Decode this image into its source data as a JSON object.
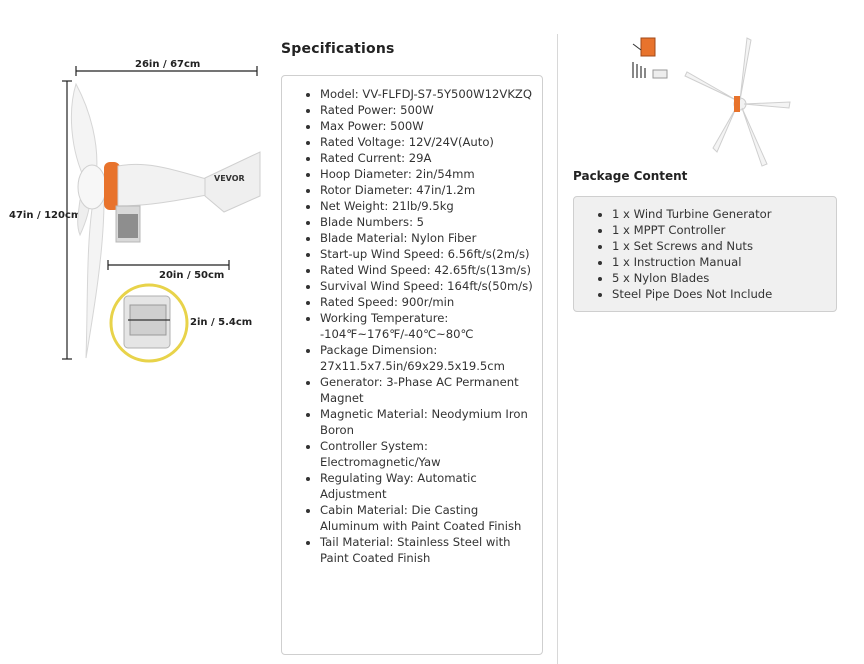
{
  "illustration": {
    "width_label": "26in / 67cm",
    "height_label": "47in / 120cm",
    "tail_label": "20in / 50cm",
    "pipe_label": "2in / 5.4cm",
    "brand": "VEVOR"
  },
  "specifications": {
    "title": "Specifications",
    "items": [
      "Model: VV-FLFDJ-S7-5Y500W12VKZQ",
      "Rated Power: 500W",
      "Max Power: 500W",
      "Rated Voltage: 12V/24V(Auto)",
      "Rated Current: 29A",
      "Hoop Diameter: 2in/54mm",
      "Rotor Diameter: 47in/1.2m",
      "Net Weight: 21lb/9.5kg",
      "Blade Numbers: 5",
      "Blade Material: Nylon Fiber",
      "Start-up Wind Speed: 6.56ft/s(2m/s)",
      "Rated Wind Speed: 42.65ft/s(13m/s)",
      "Survival Wind Speed: 164ft/s(50m/s)",
      "Rated Speed: 900r/min",
      "Working Temperature: -104℉~176℉/-40℃~80℃",
      "Package Dimension: 27x11.5x7.5in/69x29.5x19.5cm",
      "Generator: 3-Phase AC Permanent Magnet",
      "Magnetic Material: Neodymium Iron Boron",
      "Controller System: Electromagnetic/Yaw",
      "Regulating Way: Automatic Adjustment",
      "Cabin Material: Die Casting Aluminum with Paint Coated Finish",
      "Tail Material: Stainless Steel with Paint Coated Finish"
    ]
  },
  "package": {
    "title": "Package Content",
    "items": [
      "1 x Wind Turbine Generator",
      "1 x MPPT Controller",
      "1 x Set Screws and Nuts",
      "1 x Instruction Manual",
      "5 x Nylon Blades",
      "Steel Pipe Does Not Include"
    ]
  },
  "colors": {
    "accent_orange": "#e8732c",
    "border": "#cfcfcf",
    "package_bg": "#f0f0f0"
  }
}
